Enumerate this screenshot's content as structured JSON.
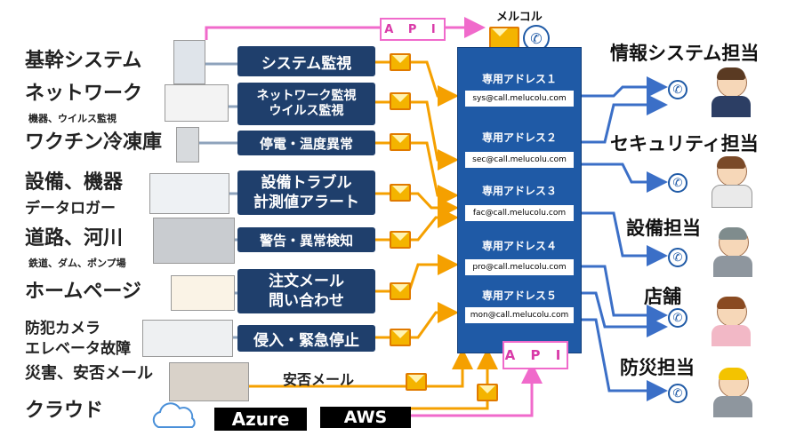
{
  "top": {
    "api_label": "A P I",
    "brand_label": "メルコル"
  },
  "hub": {
    "addresses": [
      {
        "title": "専用アドレス１",
        "email": "sys@call.melucolu.com"
      },
      {
        "title": "専用アドレス２",
        "email": "sec@call.melucolu.com"
      },
      {
        "title": "専用アドレス３",
        "email": "fac@call.melucolu.com"
      },
      {
        "title": "専用アドレス４",
        "email": "pro@call.melucolu.com"
      },
      {
        "title": "専用アドレス５",
        "email": "mon@call.melucolu.com"
      }
    ],
    "api_label": "A P I"
  },
  "sources": [
    {
      "label": "基幹システム",
      "sub": "",
      "icon": "server-rack-icon"
    },
    {
      "label": "ネットワーク",
      "sub": "機器、ウイルス監視",
      "icon": "network-nodes-icon"
    },
    {
      "label": "ワクチン冷凍庫",
      "sub": "",
      "icon": "freezer-icon"
    },
    {
      "label": "設備、機器",
      "sub": "データロガー",
      "icon": "data-logger-icon"
    },
    {
      "label": "道路、河川",
      "sub": "鉄道、ダム、ポンプ場",
      "icon": "highway-icon"
    },
    {
      "label": "ホームページ",
      "sub": "",
      "icon": "webpage-icon"
    },
    {
      "label": "防犯カメラ",
      "sub": "エレベータ故障",
      "icon": "security-camera-icon"
    },
    {
      "label": "災害、安否メール",
      "sub": "",
      "icon": "disaster-city-icon"
    },
    {
      "label": "クラウド",
      "sub": "",
      "icon": "cloud-icon"
    }
  ],
  "events": [
    {
      "line1": "システム監視",
      "line2": ""
    },
    {
      "line1": "ネットワーク監視",
      "line2": "ウイルス監視"
    },
    {
      "line1": "停電・温度異常",
      "line2": ""
    },
    {
      "line1": "設備トラブル",
      "line2": "計測値アラート"
    },
    {
      "line1": "警告・異常検知",
      "line2": ""
    },
    {
      "line1": "注文メール",
      "line2": "問い合わせ"
    },
    {
      "line1": "侵入・緊急停止",
      "line2": ""
    }
  ],
  "safety_mail_label": "安否メール",
  "clouds": {
    "azure": "Azure",
    "aws": "AWS"
  },
  "destinations": [
    {
      "label": "情報システム担当"
    },
    {
      "label": "セキュリティ担当"
    },
    {
      "label": "設備担当"
    },
    {
      "label": "店舗"
    },
    {
      "label": "防災担当"
    }
  ],
  "colors": {
    "event_box": "#1f3f6c",
    "hub": "#1f5aa6",
    "mail_arrow": "#f5a000",
    "call_arrow": "#3b6fc7",
    "api": "#f06acb"
  }
}
